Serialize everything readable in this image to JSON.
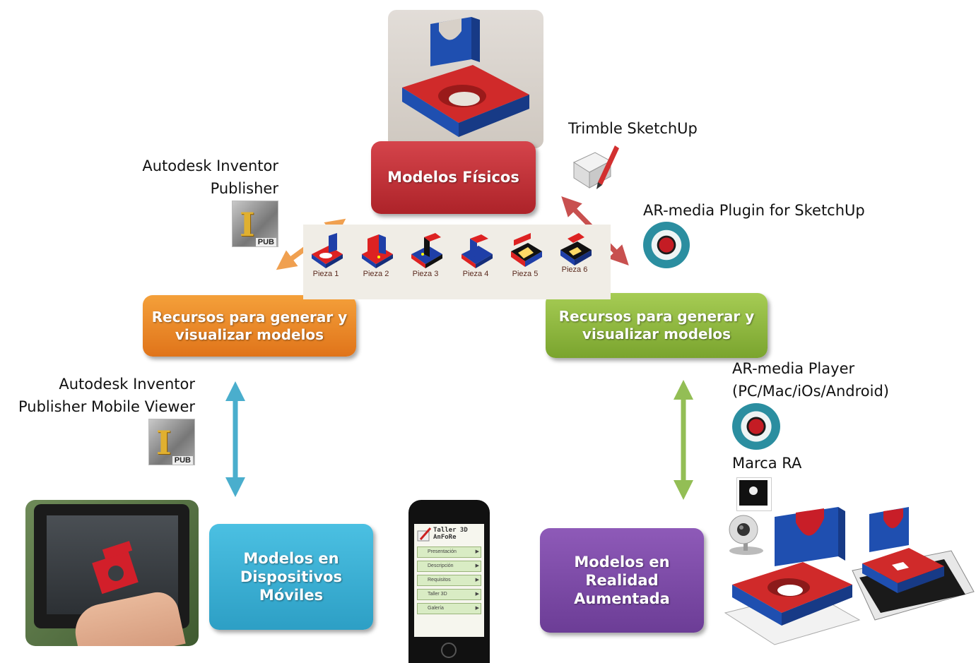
{
  "nodes": {
    "physical": "Modelos Físicos",
    "resources_left": "Recursos para generar y visualizar modelos",
    "resources_right": "Recursos para generar y visualizar modelos",
    "mobile": "Modelos en Dispositivos Móviles",
    "ar": "Modelos en Realidad Aumentada"
  },
  "labels": {
    "inventor_publisher": [
      "Autodesk Inventor",
      "Publisher"
    ],
    "inventor_mobile": [
      "Autodesk Inventor",
      "Publisher Mobile Viewer"
    ],
    "sketchup": "Trimble SketchUp",
    "armedia_plugin": "AR-media Plugin for SketchUp",
    "armedia_player": [
      "AR-media Player",
      "(PC/Mac/iOs/Android)"
    ],
    "marca": "Marca RA"
  },
  "pieces": [
    "Pieza 1",
    "Pieza 2",
    "Pieza 3",
    "Pieza 4",
    "Pieza 5",
    "Pieza 6"
  ],
  "icons": {
    "pub_text": "PUB"
  },
  "phone": {
    "title": [
      "Taller 3D",
      "AnFoRe"
    ],
    "menu": [
      "Presentación",
      "Descripción",
      "Requisitos",
      "Taller 3D",
      "Galería"
    ]
  },
  "colors": {
    "red": "#c0333a",
    "orange": "#ec8a2a",
    "green": "#8ab83e",
    "blue": "#38b0d6",
    "purple": "#7b49a6"
  }
}
